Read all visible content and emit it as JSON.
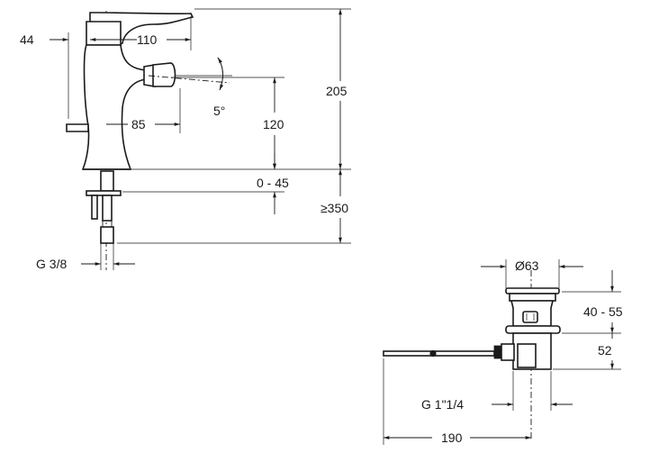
{
  "faucet": {
    "dim_44": "44",
    "dim_110": "110",
    "dim_85": "85",
    "dim_5deg": "5°",
    "dim_120": "120",
    "dim_205": "205",
    "dim_0_45": "0 - 45",
    "dim_350": "≥350",
    "dim_g38": "G 3/8"
  },
  "drain": {
    "dim_d63": "Ø63",
    "dim_40_55": "40 - 55",
    "dim_52": "52",
    "dim_g114": "G 1\"1/4",
    "dim_190": "190"
  }
}
